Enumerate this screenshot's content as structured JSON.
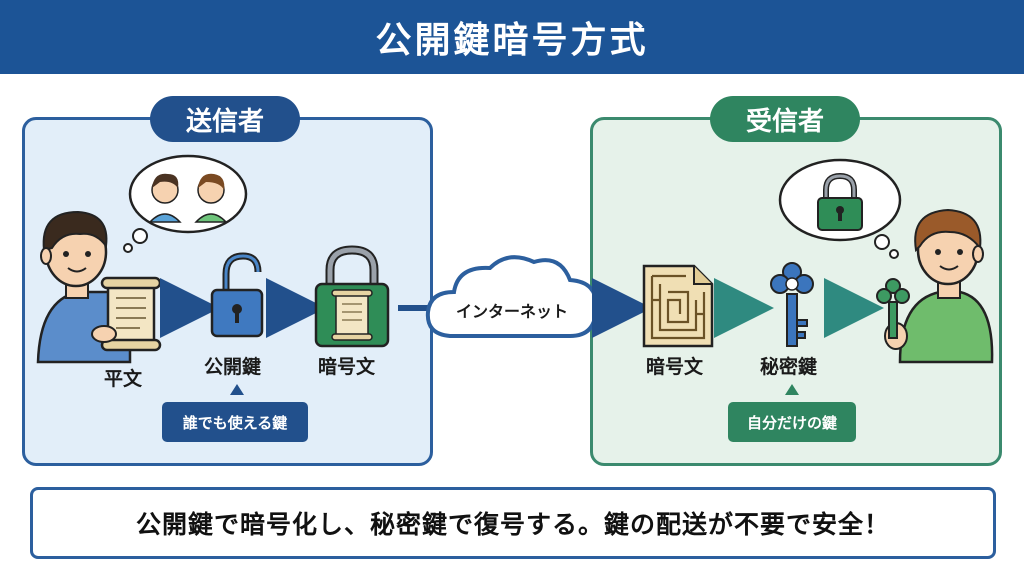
{
  "title": "公開鍵暗号方式",
  "sender": {
    "label": "送信者",
    "plaintext": "平文",
    "public_key": "公開鍵",
    "ciphertext": "暗号文",
    "key_note": "誰でも使える鍵"
  },
  "network": {
    "label": "インターネット"
  },
  "receiver": {
    "label": "受信者",
    "ciphertext": "暗号文",
    "private_key": "秘密鍵",
    "key_note": "自分だけの鍵"
  },
  "summary": "公開鍵で暗号化し、秘密鍵で復号する。鍵の配送が不要で安全！",
  "colors": {
    "banner": "#1c5496",
    "sender_accent": "#22508c",
    "receiver_accent": "#2f8560",
    "sender_bg": "#e2eef9",
    "receiver_bg": "#e6f2ea"
  }
}
